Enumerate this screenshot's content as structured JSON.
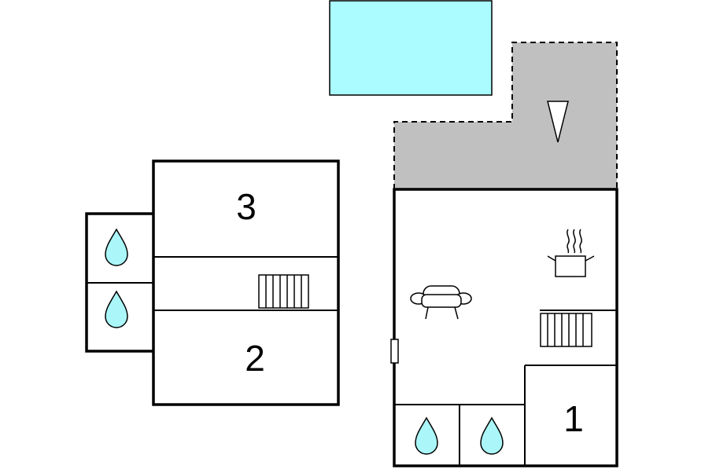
{
  "plan": {
    "room_labels": {
      "room_3": "3",
      "room_2": "2",
      "room_1": "1"
    },
    "icons": {
      "pool": "pool-icon",
      "terrace": "terrace-area",
      "entrance": "entrance-arrow-icon",
      "water_drop": "water-drop-icon",
      "radiator": "radiator-icon",
      "sofa": "sofa-icon",
      "cooking_pot": "cooking-pot-icon",
      "door": "door-icon"
    },
    "colors": {
      "pool_fill": "#aafcfe",
      "terrace_fill": "#c0c0c0",
      "water_drop_fill": "#aaf6f8",
      "wall": "#000000",
      "background": "#ffffff"
    }
  }
}
